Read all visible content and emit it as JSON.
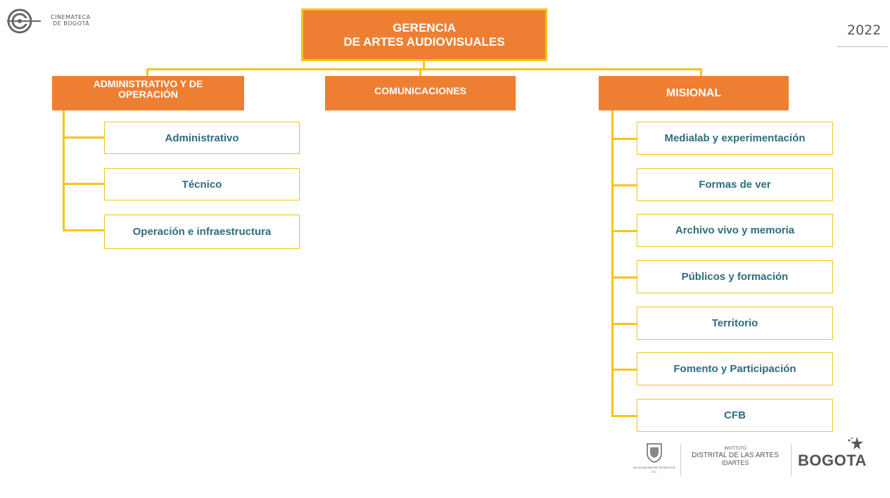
{
  "header": {
    "logo_line1": "CINEMATECA",
    "logo_line2": "DE BOGOTÁ",
    "year": "2022"
  },
  "org": {
    "top": {
      "line1": "GERENCIA",
      "line2": "DE ARTES AUDIOVISUALES"
    },
    "admin": {
      "title_line1": "ADMINISTRATIVO Y DE",
      "title_line2": "OPERACIÓN",
      "children": [
        "Administrativo",
        "Técnico",
        "Operación e infraestructura"
      ]
    },
    "comunicaciones": {
      "title": "COMUNICACIONES"
    },
    "misional": {
      "title": "MISIONAL",
      "children": [
        "Medialab y experimentación",
        "Formas de ver",
        "Archivo vivo y memoria",
        "Públicos y formación",
        "Territorio",
        "Fomento y Participación",
        "CFB"
      ]
    }
  },
  "footer": {
    "alcaldia_small": "ALCALDÍA MAYOR DE BOGOTÁ D.C.",
    "idartes_line1": "INSTITUTO",
    "idartes_line2": "DISTRITAL DE LAS ARTES",
    "idartes_line3": "IDARTES",
    "bogota": "BOGOTA"
  },
  "colors": {
    "orange": "#ee7f32",
    "yellow": "#f5c518",
    "teal_text": "#2f6d80"
  }
}
